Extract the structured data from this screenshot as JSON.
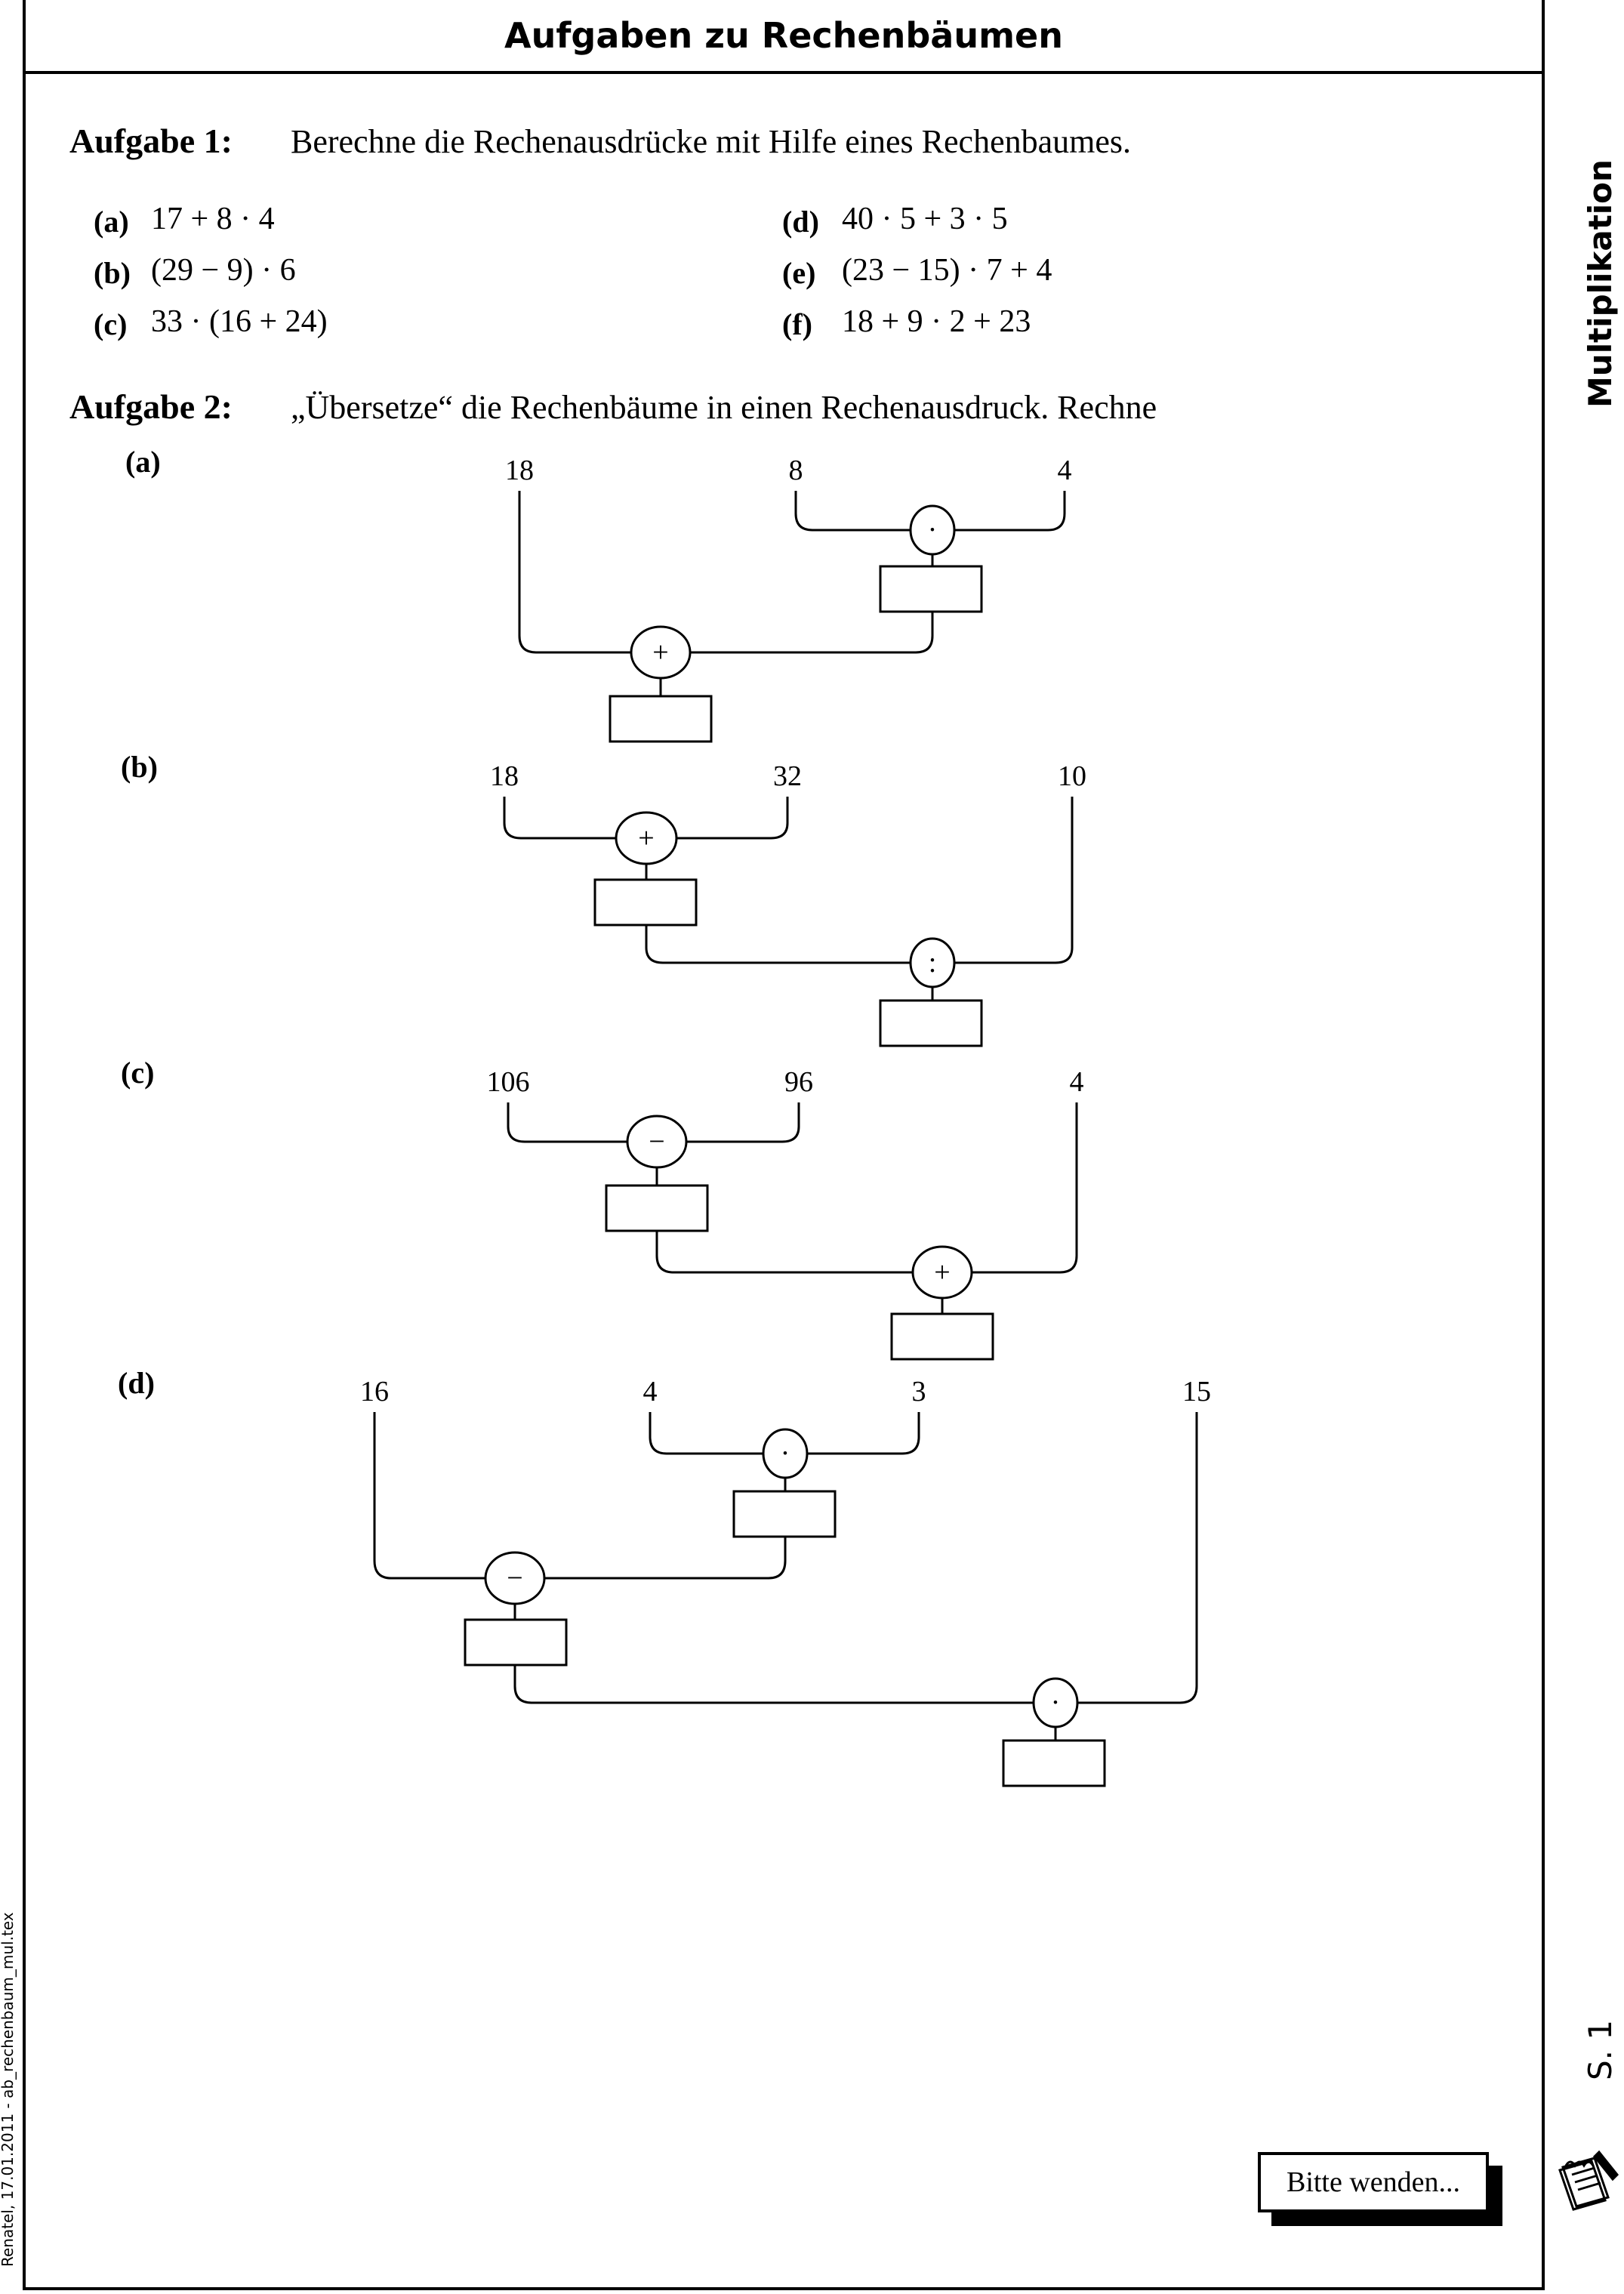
{
  "header": {
    "title": "Aufgaben zu Rechenbäumen"
  },
  "aufgabe1": {
    "label": "Aufgabe 1:",
    "text": "Berechne die Rechenausdrücke mit Hilfe eines Rechenbaumes.",
    "items": [
      {
        "label": "(a)",
        "expr": "17 + 8 · 4"
      },
      {
        "label": "(b)",
        "expr": "(29 − 9) · 6"
      },
      {
        "label": "(c)",
        "expr": "33 · (16 + 24)"
      },
      {
        "label": "(d)",
        "expr": "40 · 5 + 3 · 5"
      },
      {
        "label": "(e)",
        "expr": "(23 − 15) · 7 + 4"
      },
      {
        "label": "(f)",
        "expr": "18 + 9 · 2 + 23"
      }
    ]
  },
  "aufgabe2": {
    "label": "Aufgabe 2:",
    "text": "„Übersetze“ die Rechenbäume in einen Rechenausdruck. Rechne",
    "trees": [
      {
        "label": "(a)",
        "numbers": [
          "18",
          "8",
          "4"
        ],
        "ops": [
          "·",
          "+"
        ]
      },
      {
        "label": "(b)",
        "numbers": [
          "18",
          "32",
          "10"
        ],
        "ops": [
          "+",
          ":"
        ]
      },
      {
        "label": "(c)",
        "numbers": [
          "106",
          "96",
          "4"
        ],
        "ops": [
          "−",
          "+"
        ]
      },
      {
        "label": "(d)",
        "numbers": [
          "16",
          "4",
          "3",
          "15"
        ],
        "ops": [
          "·",
          "−",
          "·"
        ]
      }
    ]
  },
  "side": {
    "topic": "Multiplikation",
    "page": "S. 1"
  },
  "footer": {
    "meta": "Renatel, 17.01.2011 - ab_rechenbaum_mul.tex",
    "bitte": "Bitte wenden..."
  },
  "icons": {
    "logo": "notebook-pen-icon"
  }
}
